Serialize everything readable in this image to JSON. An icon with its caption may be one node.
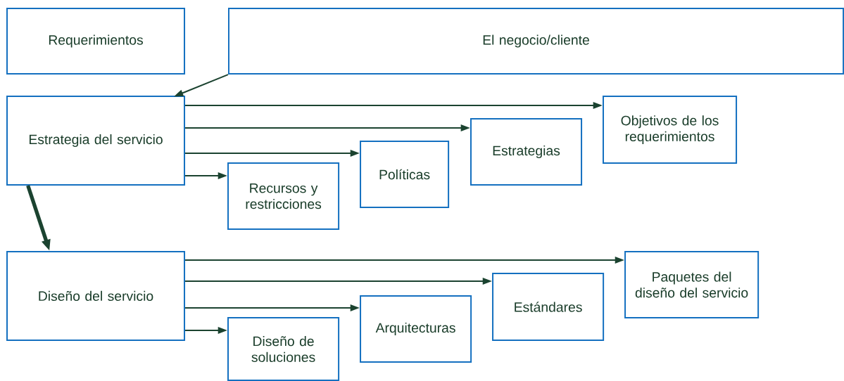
{
  "diagram": {
    "nodes": [
      {
        "text": [
          "Requerimientos"
        ]
      },
      {
        "text": [
          "El negocio/cliente"
        ]
      },
      {
        "text": [
          "Estrategia del servicio"
        ]
      },
      {
        "text": [
          "Objetivos de los requerimientos"
        ]
      },
      {
        "text": [
          "Estrategias"
        ]
      },
      {
        "text": [
          "Políticas"
        ]
      },
      {
        "text": [
          "Recursos y restricciones"
        ]
      },
      {
        "text": [
          "Diseño del servicio"
        ]
      },
      {
        "text": [
          "Paquetes del diseño del servicio"
        ]
      },
      {
        "text": [
          "Estándares"
        ]
      },
      {
        "text": [
          "Arquitecturas"
        ]
      },
      {
        "text": [
          "Diseño de soluciones"
        ]
      }
    ],
    "edges": [
      {
        "from": 1,
        "to": 2,
        "arrow": "to"
      },
      {
        "from": 2,
        "to": 3,
        "arrow": "to"
      },
      {
        "from": 2,
        "to": 4,
        "arrow": "to"
      },
      {
        "from": 2,
        "to": 5,
        "arrow": "to"
      },
      {
        "from": 2,
        "to": 6,
        "arrow": "to"
      },
      {
        "from": 2,
        "to": 7,
        "arrow": "to",
        "style": "thick"
      },
      {
        "from": 7,
        "to": 8,
        "arrow": "to"
      },
      {
        "from": 7,
        "to": 9,
        "arrow": "to"
      },
      {
        "from": 7,
        "to": 10,
        "arrow": "to"
      },
      {
        "from": 7,
        "to": 11,
        "arrow": "to"
      }
    ]
  }
}
